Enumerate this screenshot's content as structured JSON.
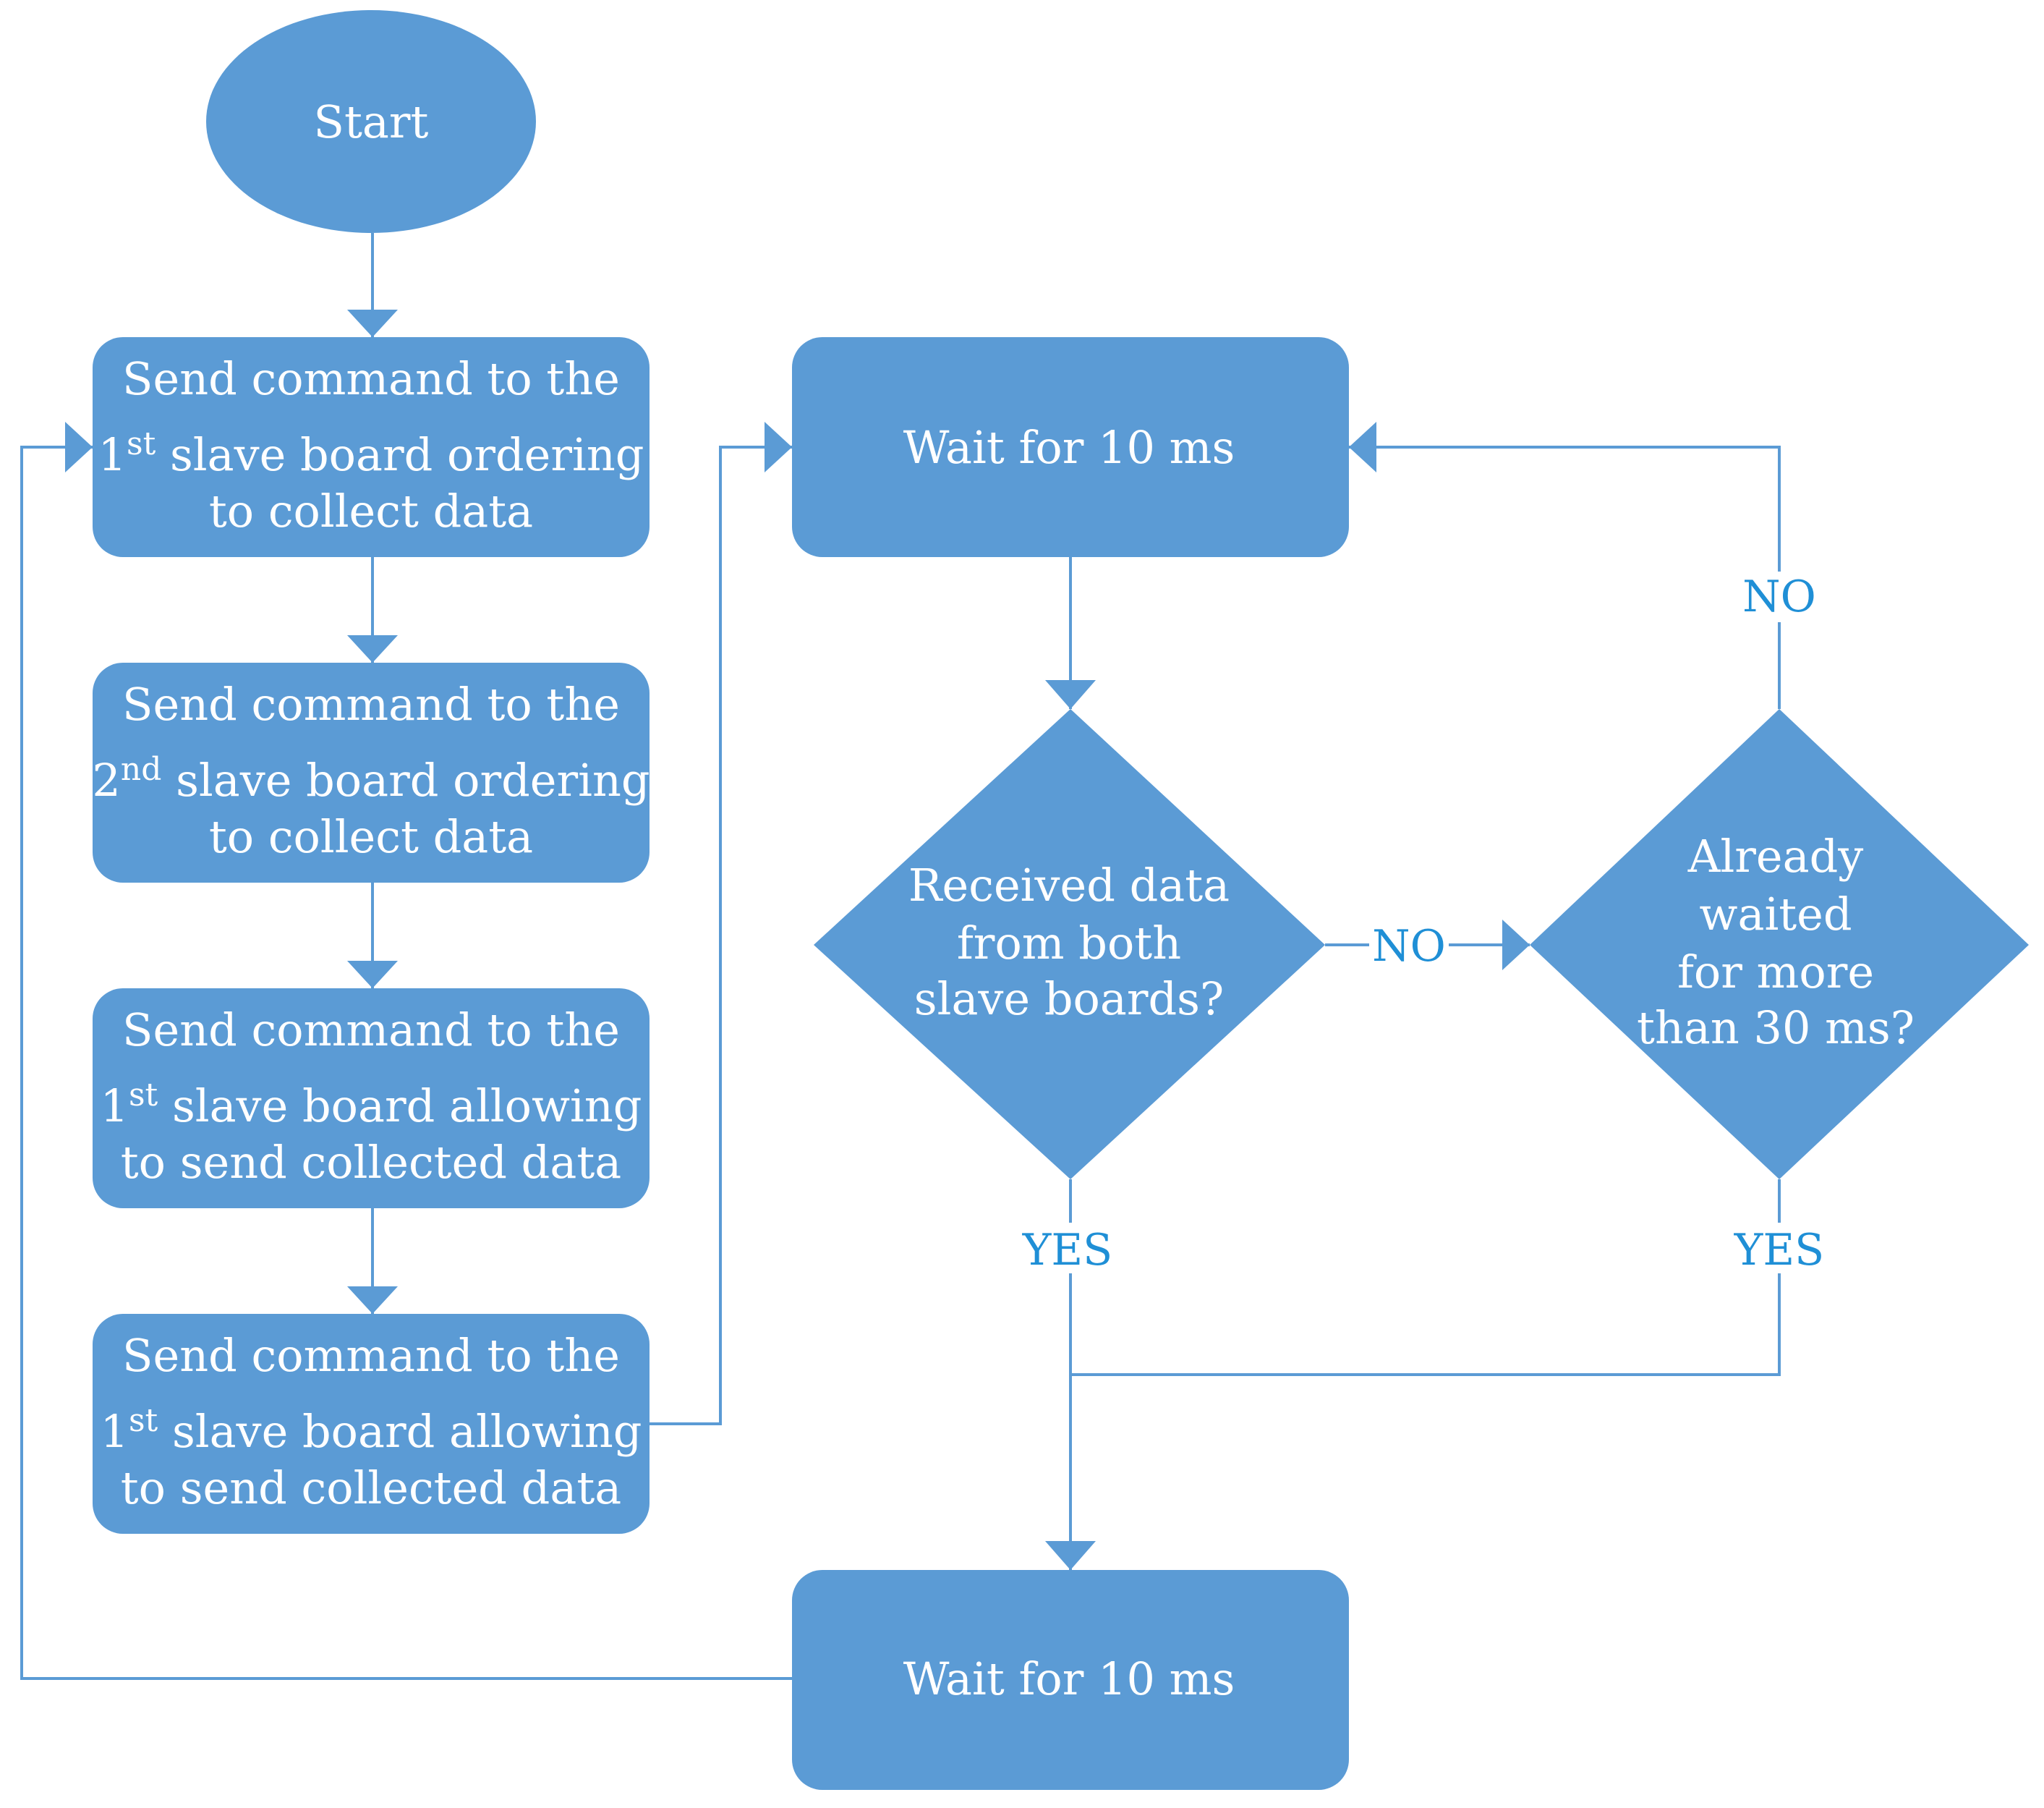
{
  "colors": {
    "node_fill": "#5b9bd5",
    "node_text": "#ffffff",
    "connector": "#5b9bd5",
    "edge_label": "#1f8fd6"
  },
  "nodes": {
    "start": "Start",
    "box1": {
      "line1": "Send command to the",
      "line2_num": "1",
      "line2_sup": "st",
      "line2_rest": " slave board ordering",
      "line3": "to collect data"
    },
    "box2": {
      "line1": "Send command to the",
      "line2_num": "2",
      "line2_sup": "nd",
      "line2_rest": " slave board ordering",
      "line3": "to collect data"
    },
    "box3": {
      "line1": "Send command to the",
      "line2_num": "1",
      "line2_sup": "st",
      "line2_rest": " slave board allowing",
      "line3": "to send collected data"
    },
    "box4": {
      "line1": "Send command to the",
      "line2_num": "1",
      "line2_sup": "st",
      "line2_rest": " slave board allowing",
      "line3": "to send collected data"
    },
    "wait_top": "Wait for 10 ms",
    "wait_bottom": "Wait for 10 ms",
    "decision_received": [
      "Received data",
      "from both",
      "slave boards?"
    ],
    "decision_waited": [
      "Already",
      "waited",
      "for more",
      "than 30 ms?"
    ]
  },
  "edge_labels": {
    "received_no": "NO",
    "received_yes": "YES",
    "waited_no": "NO",
    "waited_yes": "YES"
  }
}
